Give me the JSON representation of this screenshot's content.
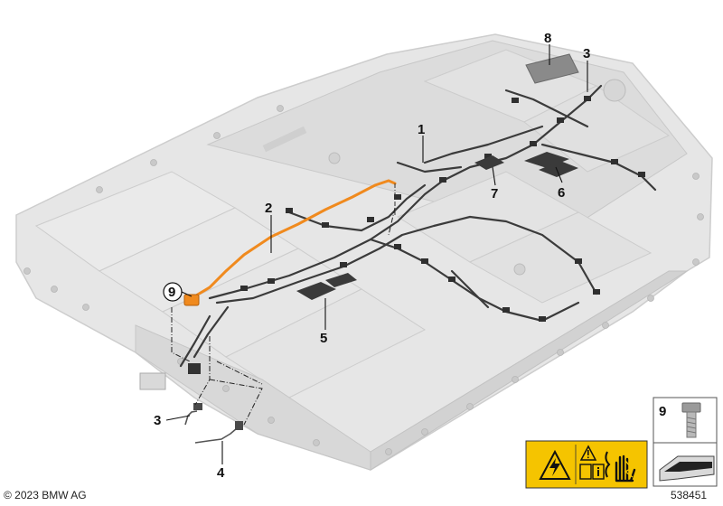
{
  "diagram": {
    "callouts": [
      {
        "id": "c1",
        "label": "1"
      },
      {
        "id": "c2",
        "label": "2"
      },
      {
        "id": "c3a",
        "label": "3"
      },
      {
        "id": "c3b",
        "label": "3"
      },
      {
        "id": "c4",
        "label": "4"
      },
      {
        "id": "c5",
        "label": "5"
      },
      {
        "id": "c6",
        "label": "6"
      },
      {
        "id": "c7",
        "label": "7"
      },
      {
        "id": "c8",
        "label": "8"
      },
      {
        "id": "c9",
        "label": "9"
      }
    ],
    "colors": {
      "housing": "#e3e3e3",
      "housing_edge": "#cfcfcf",
      "highlight_cable": "#f08a1e",
      "harness": "#3b3b3b",
      "warning_yellow": "#f5c400"
    }
  },
  "parts_box": {
    "item_number": "9",
    "icons": [
      "bolt-icon",
      "arrow-icon"
    ]
  },
  "warning_label": {
    "icons": [
      "high-voltage-warning-icon",
      "caution-triangle-icon",
      "read-manual-icon",
      "no-touch-hand-icon"
    ]
  },
  "footer": {
    "copyright": "© 2023 BMW AG",
    "diagram_number": "538451"
  }
}
